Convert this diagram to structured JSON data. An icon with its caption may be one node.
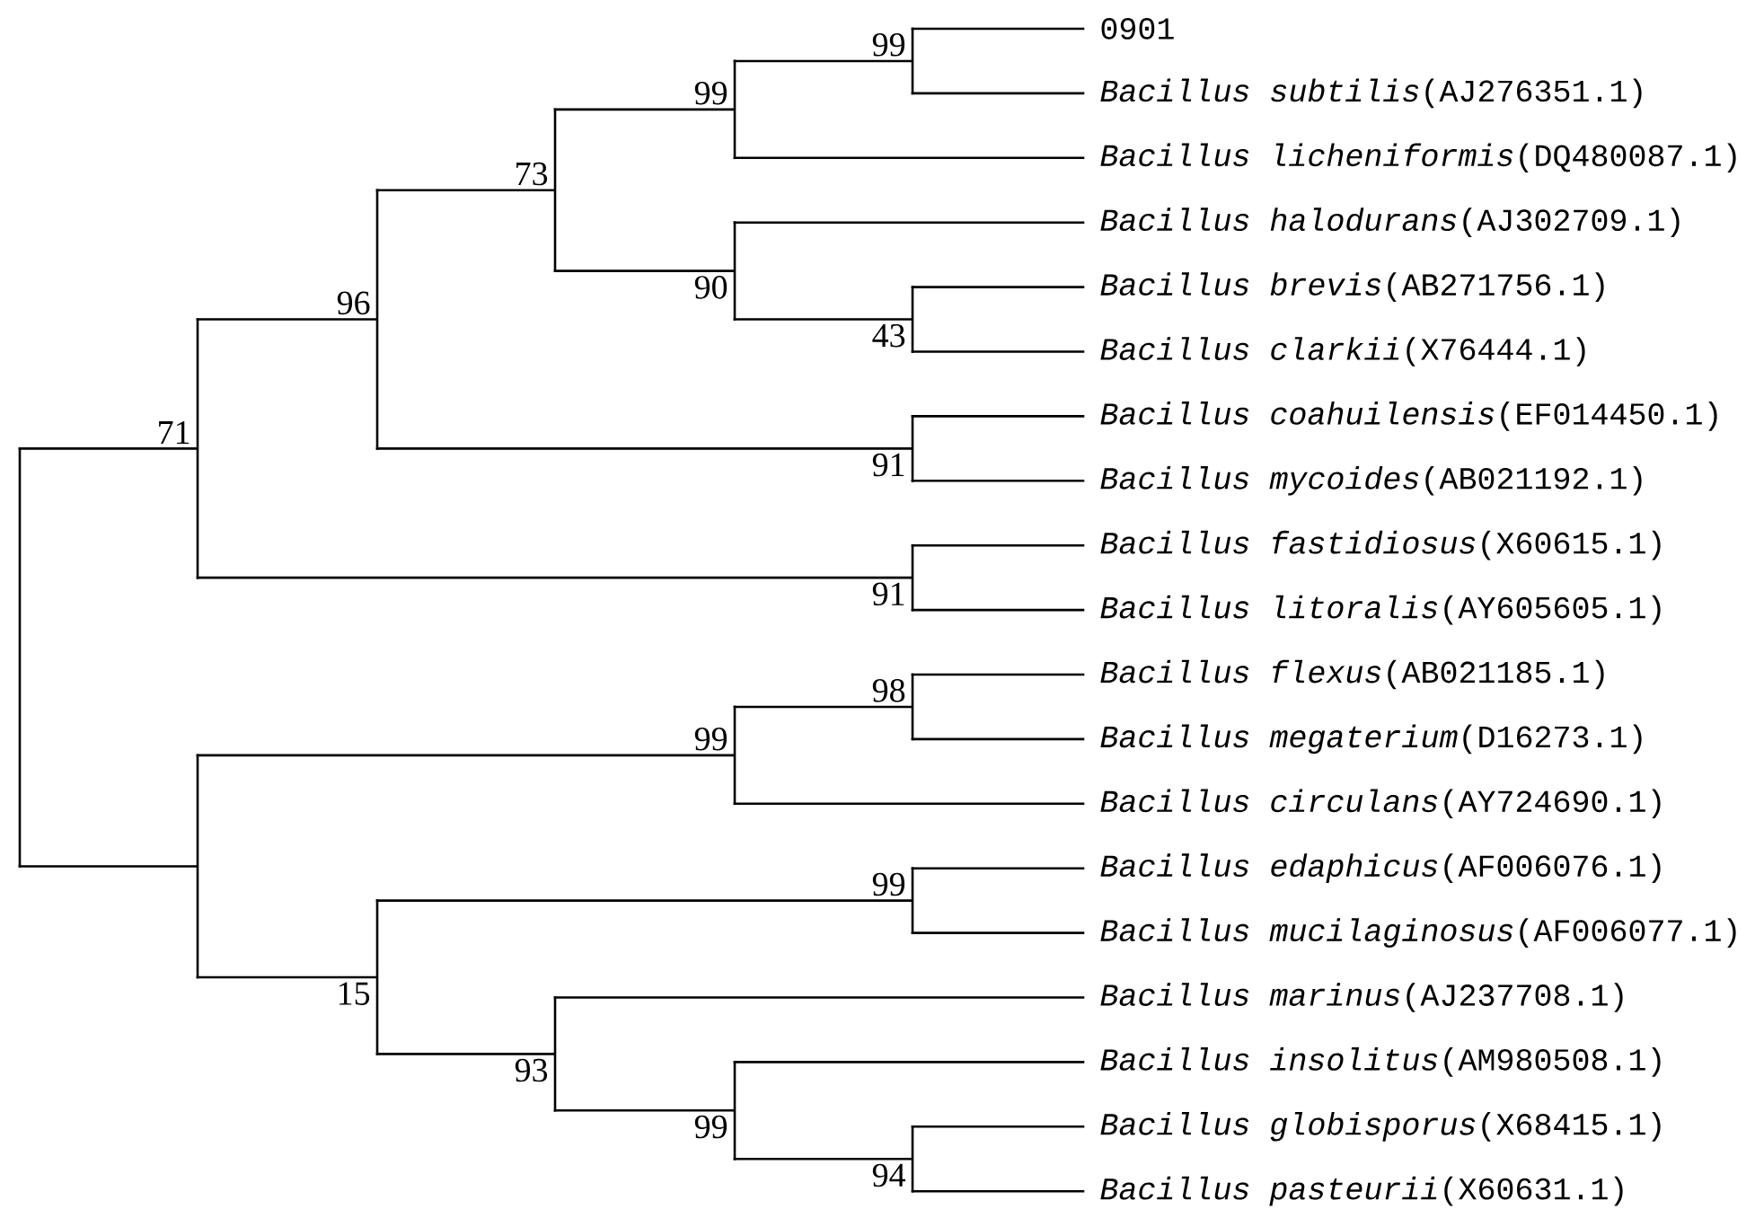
{
  "diagram": {
    "nodes": [
      {
        "text": [],
        "shape": "bar"
      },
      {
        "text": [],
        "shape": "bar",
        "beside": [
          "71"
        ]
      },
      {
        "text": [],
        "shape": "bar",
        "beside": [
          "96"
        ]
      },
      {
        "text": [],
        "shape": "bar",
        "beside": [
          "73"
        ]
      },
      {
        "text": [],
        "shape": "bar",
        "beside": [
          "99"
        ]
      },
      {
        "text": [],
        "shape": "bar",
        "beside": [
          "99"
        ]
      },
      {
        "text": [
          "0901"
        ]
      },
      {
        "text": [
          "*Bacillus subtilis*(AJ276351.1)"
        ]
      },
      {
        "text": [
          "*Bacillus licheniformis*(DQ480087.1)"
        ]
      },
      {
        "text": [],
        "shape": "bar",
        "beside": [
          "90"
        ]
      },
      {
        "text": [
          "*Bacillus halodurans*(AJ302709.1)"
        ]
      },
      {
        "text": [],
        "shape": "bar",
        "beside": [
          "43"
        ]
      },
      {
        "text": [
          "*Bacillus brevis*(AB271756.1)"
        ]
      },
      {
        "text": [
          "*Bacillus clarkii*(X76444.1)"
        ]
      },
      {
        "text": [],
        "shape": "bar",
        "beside": [
          "91"
        ]
      },
      {
        "text": [
          "*Bacillus coahuilensis*(EF014450.1)"
        ]
      },
      {
        "text": [
          "*Bacillus mycoides*(AB021192.1)"
        ]
      },
      {
        "text": [],
        "shape": "bar",
        "beside": [
          "91"
        ]
      },
      {
        "text": [
          "*Bacillus fastidiosus*(X60615.1)"
        ]
      },
      {
        "text": [
          "*Bacillus litoralis*(AY605605.1)"
        ]
      },
      {
        "text": [],
        "shape": "bar"
      },
      {
        "text": [],
        "shape": "bar",
        "beside": [
          "99"
        ]
      },
      {
        "text": [],
        "shape": "bar",
        "beside": [
          "98"
        ]
      },
      {
        "text": [
          "*Bacillus flexus*(AB021185.1)"
        ]
      },
      {
        "text": [
          "*Bacillus megaterium*(D16273.1)"
        ]
      },
      {
        "text": [
          "*Bacillus circulans*(AY724690.1)"
        ]
      },
      {
        "text": [],
        "shape": "bar",
        "beside": [
          "15"
        ]
      },
      {
        "text": [],
        "shape": "bar",
        "beside": [
          "99"
        ]
      },
      {
        "text": [
          "*Bacillus edaphicus*(AF006076.1)"
        ]
      },
      {
        "text": [
          "*Bacillus mucilaginosus*(AF006077.1)"
        ]
      },
      {
        "text": [],
        "shape": "bar",
        "beside": [
          "93"
        ]
      },
      {
        "text": [
          "*Bacillus marinus*(AJ237708.1)"
        ]
      },
      {
        "text": [],
        "shape": "bar",
        "beside": [
          "99"
        ]
      },
      {
        "text": [
          "*Bacillus insolitus*(AM980508.1)"
        ]
      },
      {
        "text": [],
        "shape": "bar",
        "beside": [
          "94"
        ]
      },
      {
        "text": [
          "*Bacillus globisporus*(X68415.1)"
        ]
      },
      {
        "text": [
          "*Bacillus pasteurii*(X60631.1)"
        ]
      }
    ],
    "edges": [
      {
        "from": 0,
        "to": 1,
        "arrow": "none"
      },
      {
        "from": 1,
        "to": 2,
        "arrow": "none"
      },
      {
        "from": 2,
        "to": 3,
        "arrow": "none"
      },
      {
        "from": 3,
        "to": 4,
        "arrow": "none"
      },
      {
        "from": 4,
        "to": 5,
        "arrow": "none"
      },
      {
        "from": 5,
        "to": 6,
        "arrow": "none"
      },
      {
        "from": 5,
        "to": 7,
        "arrow": "none"
      },
      {
        "from": 4,
        "to": 8,
        "arrow": "none"
      },
      {
        "from": 3,
        "to": 9,
        "arrow": "none"
      },
      {
        "from": 9,
        "to": 10,
        "arrow": "none"
      },
      {
        "from": 9,
        "to": 11,
        "arrow": "none"
      },
      {
        "from": 11,
        "to": 12,
        "arrow": "none"
      },
      {
        "from": 11,
        "to": 13,
        "arrow": "none"
      },
      {
        "from": 2,
        "to": 14,
        "arrow": "none"
      },
      {
        "from": 14,
        "to": 15,
        "arrow": "none"
      },
      {
        "from": 14,
        "to": 16,
        "arrow": "none"
      },
      {
        "from": 1,
        "to": 17,
        "arrow": "none"
      },
      {
        "from": 17,
        "to": 18,
        "arrow": "none"
      },
      {
        "from": 17,
        "to": 19,
        "arrow": "none"
      },
      {
        "from": 0,
        "to": 20,
        "arrow": "none"
      },
      {
        "from": 20,
        "to": 21,
        "arrow": "none"
      },
      {
        "from": 21,
        "to": 22,
        "arrow": "none"
      },
      {
        "from": 22,
        "to": 23,
        "arrow": "none"
      },
      {
        "from": 22,
        "to": 24,
        "arrow": "none"
      },
      {
        "from": 21,
        "to": 25,
        "arrow": "none"
      },
      {
        "from": 20,
        "to": 26,
        "arrow": "none"
      },
      {
        "from": 26,
        "to": 27,
        "arrow": "none"
      },
      {
        "from": 27,
        "to": 28,
        "arrow": "none"
      },
      {
        "from": 27,
        "to": 29,
        "arrow": "none"
      },
      {
        "from": 26,
        "to": 30,
        "arrow": "none"
      },
      {
        "from": 30,
        "to": 31,
        "arrow": "none"
      },
      {
        "from": 30,
        "to": 32,
        "arrow": "none"
      },
      {
        "from": 32,
        "to": 33,
        "arrow": "none"
      },
      {
        "from": 32,
        "to": 34,
        "arrow": "none"
      },
      {
        "from": 34,
        "to": 35,
        "arrow": "none"
      },
      {
        "from": 34,
        "to": 36,
        "arrow": "none"
      }
    ]
  }
}
